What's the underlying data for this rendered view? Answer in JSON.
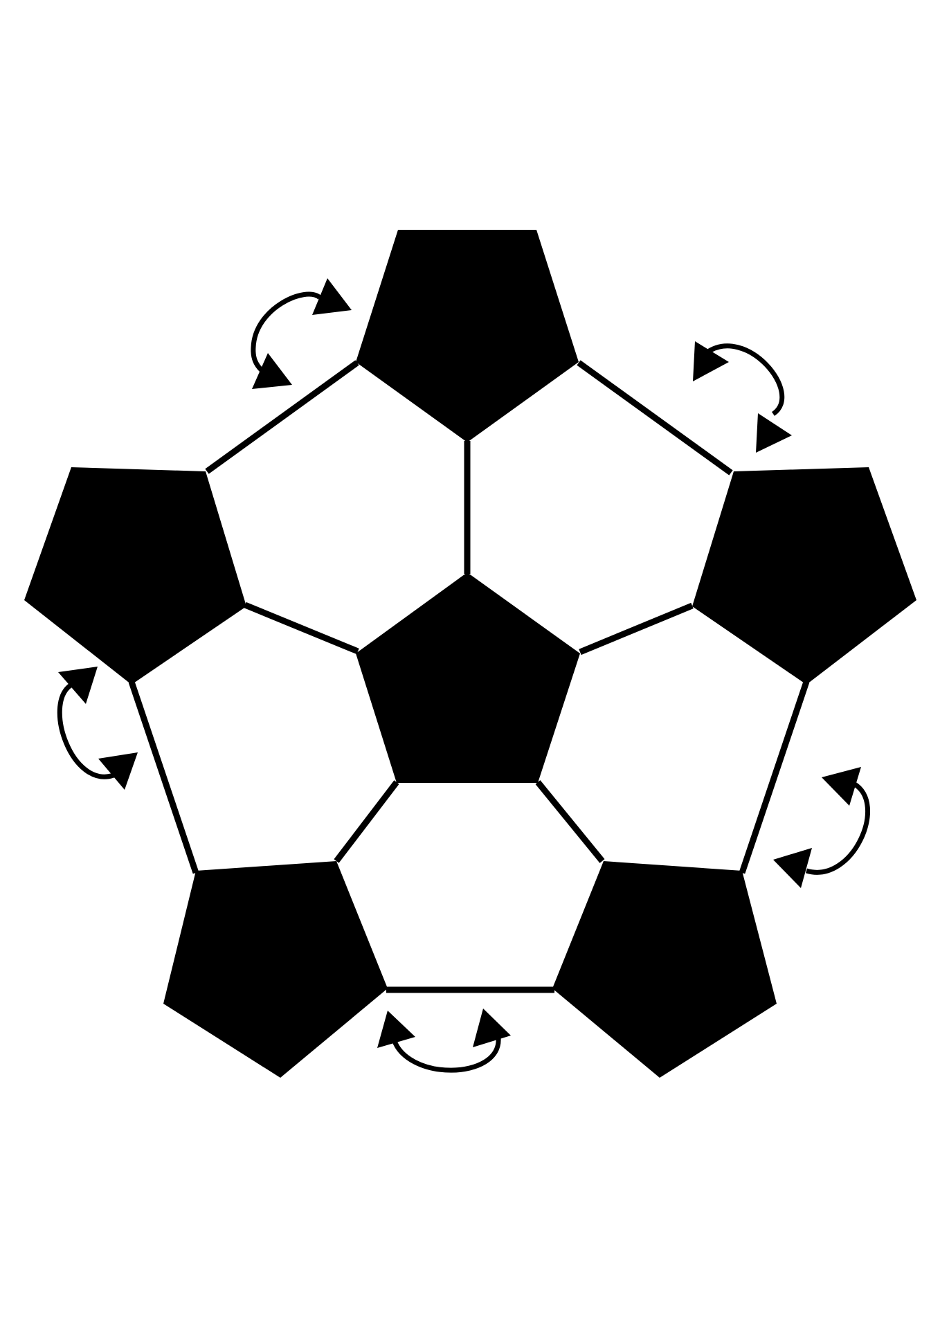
{
  "figure": {
    "kind": "soccer-ball-net",
    "background_color": "#ffffff",
    "ink_color": "#000000",
    "black_pentagon_count": 6,
    "white_hexagon_count": 5,
    "fold_arrow_count": 5
  }
}
